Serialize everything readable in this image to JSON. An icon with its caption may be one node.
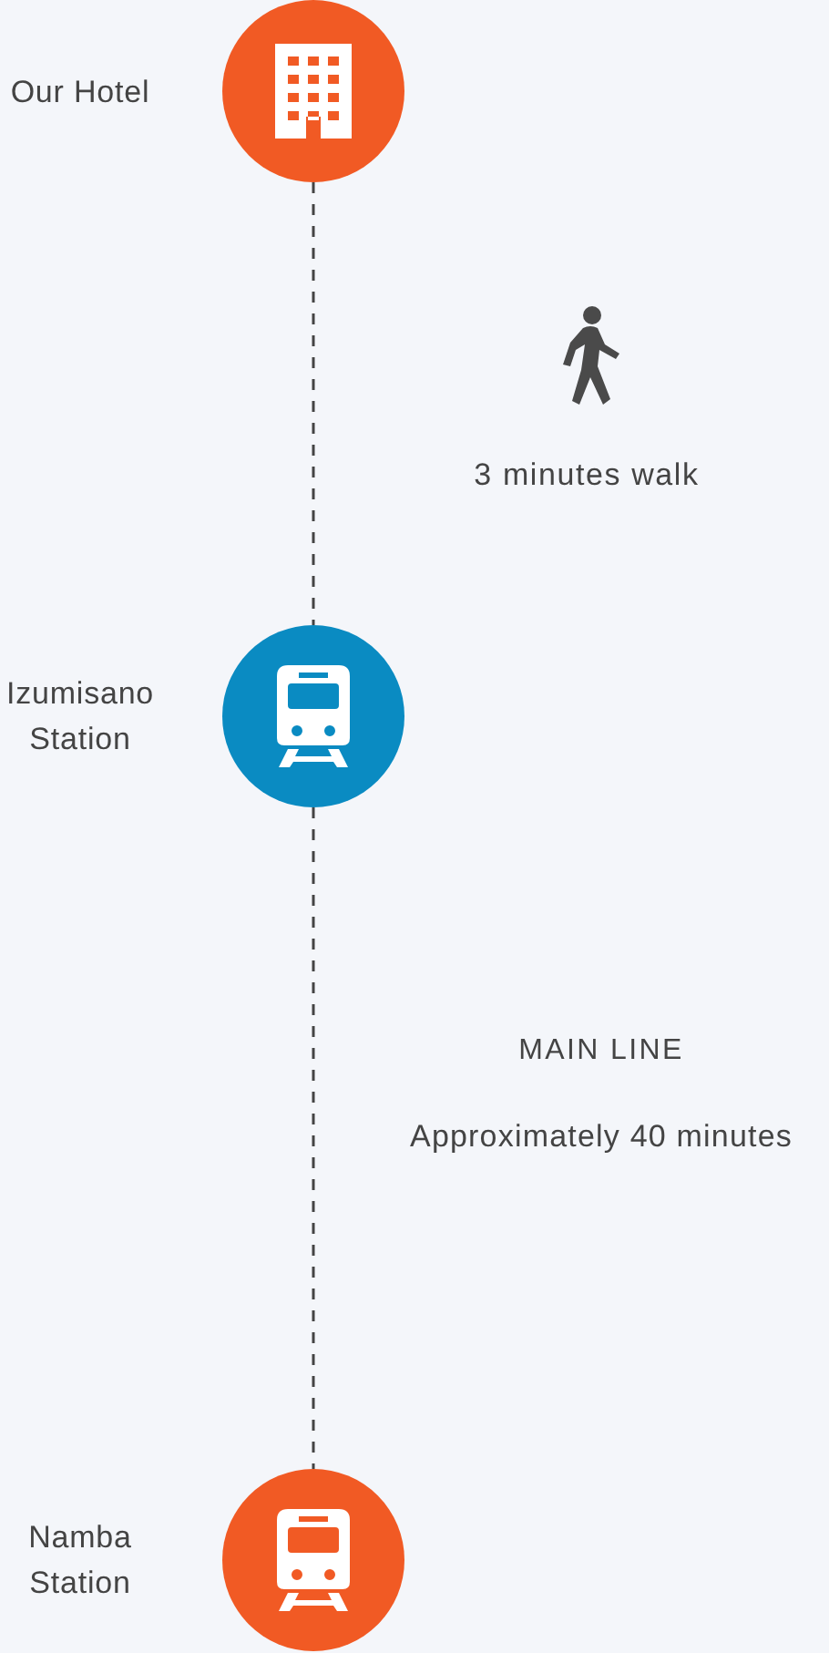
{
  "diagram": {
    "nodes": [
      {
        "text": [
          "Our Hotel"
        ]
      },
      {
        "text": [
          "Izumisano Station"
        ]
      },
      {
        "text": [
          "Namba Station"
        ]
      }
    ],
    "edges": [
      {
        "from": 0,
        "to": 1,
        "arrow": "none",
        "style": "dashed"
      },
      {
        "from": 1,
        "to": 2,
        "arrow": "none",
        "style": "dashed"
      }
    ],
    "labels": [
      "3 minutes walk",
      "MAIN LINE",
      "Approximately 40 minutes"
    ]
  }
}
